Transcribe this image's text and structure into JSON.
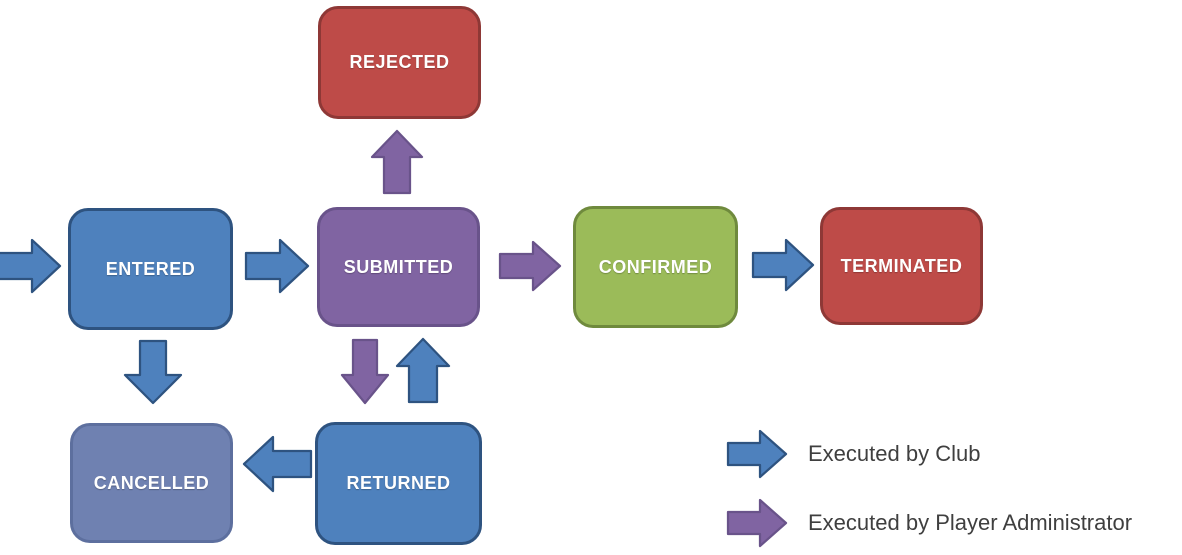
{
  "colors": {
    "blue": "#4e81bd",
    "blue_dark": "#2e5380",
    "purple": "#8064a2",
    "purple_dark": "#69538a",
    "red": "#be4b48",
    "red_dark": "#8e3836",
    "green": "#9bbb59",
    "green_dark": "#6f8a3d",
    "slate": "#6f81b1",
    "slate_dark": "#5d6f9e",
    "legend_text": "#3f3f3f"
  },
  "nodes": {
    "rejected": {
      "label": "REJECTED",
      "color": "red"
    },
    "entered": {
      "label": "ENTERED",
      "color": "blue"
    },
    "submitted": {
      "label": "SUBMITTED",
      "color": "purple"
    },
    "confirmed": {
      "label": "CONFIRMED",
      "color": "green"
    },
    "terminated": {
      "label": "TERMINATED",
      "color": "red"
    },
    "cancelled": {
      "label": "CANCELLED",
      "color": "slate"
    },
    "returned": {
      "label": "RETURNED",
      "color": "blue"
    }
  },
  "edges": [
    {
      "from": "(off-canvas-left)",
      "to": "entered",
      "actor": "club",
      "arrow_color": "blue"
    },
    {
      "from": "entered",
      "to": "submitted",
      "actor": "club",
      "arrow_color": "blue"
    },
    {
      "from": "submitted",
      "to": "rejected",
      "actor": "player-administrator",
      "arrow_color": "purple"
    },
    {
      "from": "submitted",
      "to": "confirmed",
      "actor": "player-administrator",
      "arrow_color": "purple"
    },
    {
      "from": "confirmed",
      "to": "terminated",
      "actor": "club",
      "arrow_color": "blue"
    },
    {
      "from": "entered",
      "to": "cancelled",
      "actor": "club",
      "arrow_color": "blue"
    },
    {
      "from": "submitted",
      "to": "returned",
      "actor": "player-administrator",
      "arrow_color": "purple"
    },
    {
      "from": "returned",
      "to": "submitted",
      "actor": "club",
      "arrow_color": "blue"
    },
    {
      "from": "returned",
      "to": "cancelled",
      "actor": "club",
      "arrow_color": "blue"
    }
  ],
  "legend": {
    "items": [
      {
        "label": "Executed by Club",
        "color": "blue"
      },
      {
        "label": "Executed by Player Administrator",
        "color": "purple"
      }
    ]
  }
}
